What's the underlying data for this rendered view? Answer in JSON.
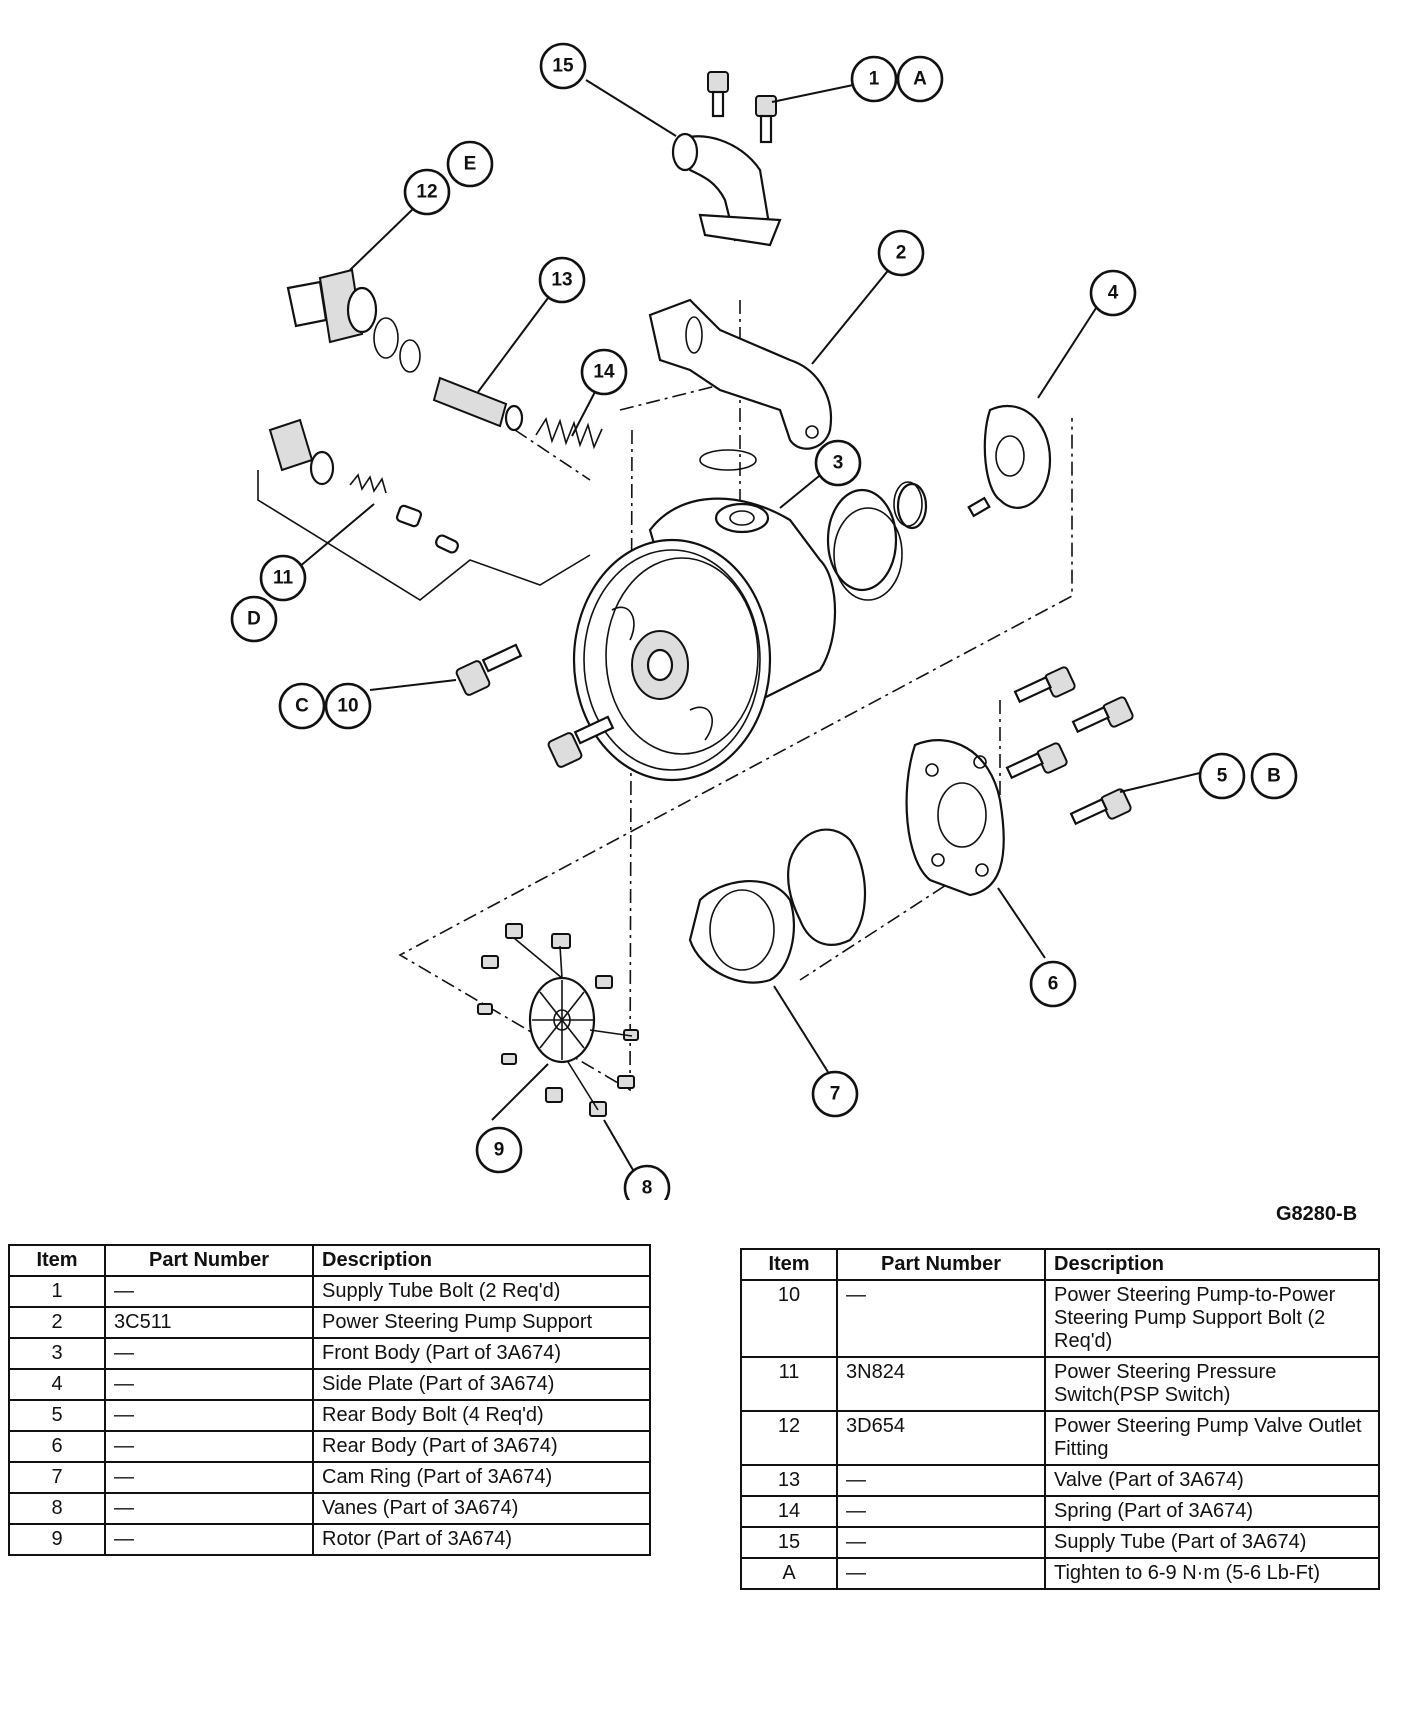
{
  "figure_code": "G8280-B",
  "callouts": [
    "1",
    "2",
    "3",
    "4",
    "5",
    "6",
    "7",
    "8",
    "9",
    "10",
    "11",
    "12",
    "13",
    "14",
    "15",
    "A",
    "B",
    "C",
    "D",
    "E"
  ],
  "table_headers": {
    "item": "Item",
    "part_number": "Part Number",
    "description": "Description"
  },
  "parts_left": [
    {
      "item": "1",
      "part": "—",
      "desc": "Supply Tube Bolt (2 Req'd)"
    },
    {
      "item": "2",
      "part": "3C511",
      "desc": "Power Steering Pump Support"
    },
    {
      "item": "3",
      "part": "—",
      "desc": "Front Body (Part of 3A674)"
    },
    {
      "item": "4",
      "part": "—",
      "desc": "Side Plate (Part of 3A674)"
    },
    {
      "item": "5",
      "part": "—",
      "desc": "Rear Body Bolt (4 Req'd)"
    },
    {
      "item": "6",
      "part": "—",
      "desc": "Rear Body (Part of 3A674)"
    },
    {
      "item": "7",
      "part": "—",
      "desc": "Cam Ring (Part of 3A674)"
    },
    {
      "item": "8",
      "part": "—",
      "desc": "Vanes (Part of 3A674)"
    },
    {
      "item": "9",
      "part": "—",
      "desc": "Rotor (Part of 3A674)"
    }
  ],
  "parts_right": [
    {
      "item": "10",
      "part": "—",
      "desc": "Power Steering Pump-to-Power Steering Pump Support Bolt (2 Req'd)"
    },
    {
      "item": "11",
      "part": "3N824",
      "desc": "Power Steering Pressure Switch(PSP Switch)"
    },
    {
      "item": "12",
      "part": "3D654",
      "desc": "Power Steering Pump Valve Outlet Fitting"
    },
    {
      "item": "13",
      "part": "—",
      "desc": "Valve (Part of 3A674)"
    },
    {
      "item": "14",
      "part": "—",
      "desc": "Spring (Part of 3A674)"
    },
    {
      "item": "15",
      "part": "—",
      "desc": "Supply Tube (Part of 3A674)"
    },
    {
      "item": "A",
      "part": "—",
      "desc": "Tighten to 6-9 N·m (5-6 Lb-Ft)"
    }
  ]
}
